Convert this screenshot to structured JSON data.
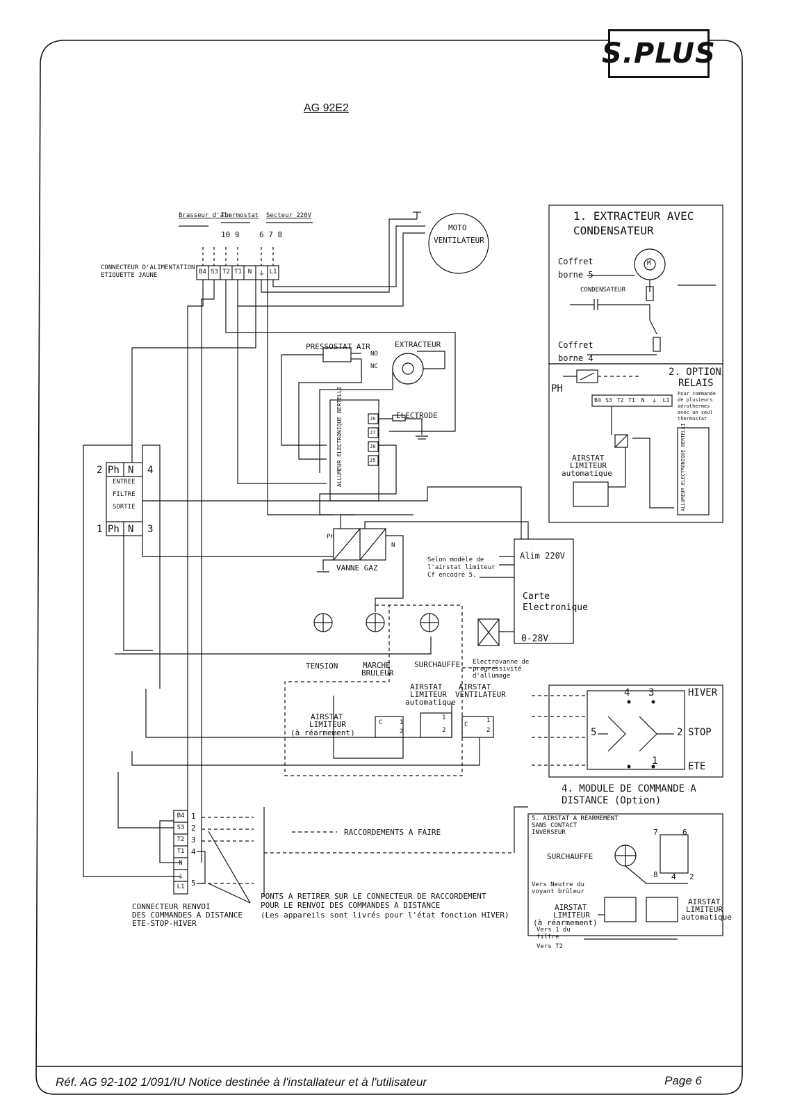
{
  "header": {
    "logo": "S.PLUS",
    "title": "AG 92E2"
  },
  "top": {
    "brasseur": "Brasseur d'air",
    "thermostat": "Thermostat",
    "secteur": "Secteur 220V",
    "pins_a": "10 9",
    "pins_b": "6 7 8",
    "connecteur": "CONNECTEUR D'ALIMENTATION",
    "etiquette": "ETIQUETTE JAUNE",
    "terminals": [
      "B4",
      "S3",
      "T2",
      "T1",
      "N",
      "⏚",
      "L1"
    ],
    "moto1": "MOTO",
    "moto2": "VENTILATEUR"
  },
  "middle": {
    "pressostat": "PRESSOSTAT AIR",
    "extracteur": "EXTRACTEUR",
    "no": "NO",
    "nc": "NC",
    "electrode": "ELECTRODE",
    "allumeur": "ALLUMEUR ELECTRONIQUE BERTELLI",
    "j_labels": [
      "J6",
      "J7",
      "J8",
      "J5"
    ],
    "filtre": {
      "ph_top": "Ph",
      "n_top": "N",
      "num_2": "2",
      "num_4": "4",
      "entree": "ENTREE",
      "filtre": "FILTRE",
      "sortie": "SORTIE",
      "ph_bot": "Ph",
      "n_bot": "N",
      "num_1": "1",
      "num_3": "3"
    },
    "ph": "PH",
    "n": "N",
    "vanne": "VANNE GAZ",
    "selon1": "Selon modèle de",
    "selon2": "l'airstat limiteur",
    "selon3": "Cf encodré 5.",
    "alim": "Alim 220V",
    "carte1": "Carte",
    "carte2": "Electronique",
    "volt": "0-28V",
    "tension": "TENSION",
    "marche1": "MARCHE",
    "marche2": "BRULEUR",
    "surchauffe": "SURCHAUFFE",
    "electrovanne1": "Electrovanne de",
    "electrovanne2": "progressivité",
    "electrovanne3": "d'allumage",
    "airstat_auto1": "AIRSTAT",
    "airstat_auto2": "LIMITEUR",
    "airstat_auto3": "automatique",
    "airstat_vent1": "AIRSTAT",
    "airstat_vent2": "VENTILATEUR",
    "airstat_rea1": "AIRSTAT",
    "airstat_rea2": "LIMITEUR",
    "airstat_rea3": "(à réarmement)",
    "c": "C",
    "one": "1",
    "two": "2"
  },
  "bottom": {
    "terminals": [
      "B4",
      "S3",
      "T2",
      "T1",
      "N",
      "⏚",
      "L1"
    ],
    "nums": [
      "1",
      "2",
      "3",
      "4",
      "5"
    ],
    "raccordements": "RACCORDEMENTS A FAIRE",
    "renvoi1": "CONNECTEUR RENVOI",
    "renvoi2": "DES COMMANDES A DISTANCE",
    "renvoi3": "ETE-STOP-HIVER",
    "ponts1": "PONTS A RETIRER SUR LE CONNECTEUR DE RACCORDEMENT",
    "ponts2": "POUR LE RENVOI DES COMMANDES A DISTANCE",
    "ponts3": "(Les appareils sont livrés pour l'état fonction HIVER)"
  },
  "box1": {
    "title1": "1. EXTRACTEUR AVEC",
    "title2": "CONDENSATEUR",
    "coffret5a": "Coffret",
    "coffret5b": "borne 5",
    "condensateur": "CONDENSATEUR",
    "coffret4a": "Coffret",
    "coffret4b": "borne 4",
    "m": "M"
  },
  "box2": {
    "title1": "2. OPTION",
    "title2": "RELAIS",
    "ph": "PH",
    "desc": [
      "Pour commande",
      "de plusieurs",
      "aérothermes",
      "avec un seul",
      "thermostat"
    ],
    "terminals": [
      "B4",
      "S3",
      "T2",
      "T1",
      "N",
      "⏚",
      "L1"
    ],
    "airstat1": "AIRSTAT",
    "airstat2": "LIMITEUR",
    "airstat3": "automatique",
    "allumeur": "ALLUMEUR ELECTRONIQUE BERTELLI"
  },
  "box4": {
    "hiver": "HIVER",
    "stop": "STOP",
    "ete": "ETE",
    "n4": "4",
    "n3": "3",
    "n5": "5",
    "n2": "2",
    "n1": "1",
    "title1": "4. MODULE DE COMMANDE A",
    "title2": "DISTANCE (Option)"
  },
  "box5": {
    "title1": "5. AIRSTAT A REARMEMENT",
    "title2": "SANS CONTACT",
    "title3": "INVERSEUR",
    "surchauffe": "SURCHAUFFE",
    "vers_neutre1": "Vers Neutre du",
    "vers_neutre2": "voyant brûleur",
    "airstat_rea1": "AIRSTAT",
    "airstat_rea2": "LIMITEUR",
    "airstat_rea3": "(à réarmement)",
    "vers1a": "Vers 1 du",
    "vers1b": "filtre",
    "vers_t2": "Vers T2",
    "airstat_auto1": "AIRSTAT",
    "airstat_auto2": "LIMITEUR",
    "airstat_auto3": "automatique",
    "n7": "7",
    "n6": "6",
    "n8": "8",
    "n4": "4",
    "n2": "2"
  },
  "footer": {
    "ref": "Réf.   AG 92-102    1/091/IU  Notice destinée à  l'installateur et à l'utilisateur",
    "page": "Page  6"
  }
}
